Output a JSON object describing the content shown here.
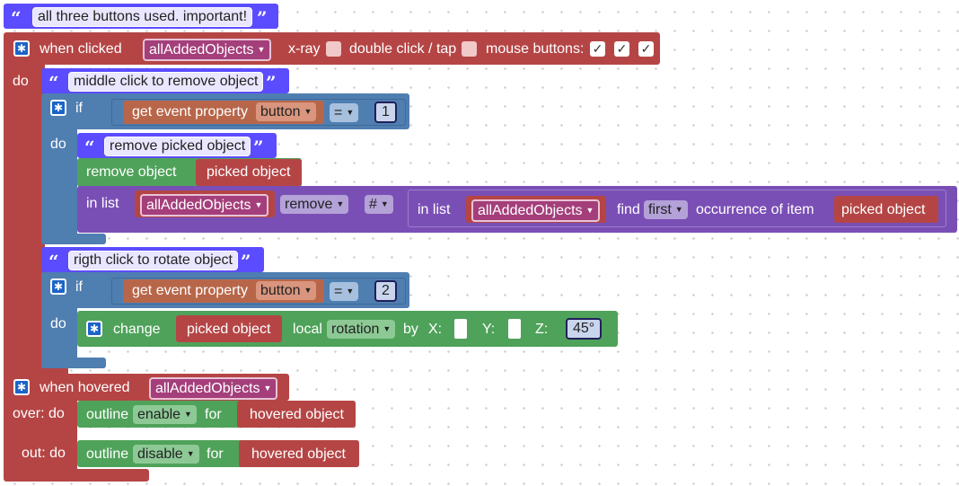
{
  "colors": {
    "text_block": "#5b4cff",
    "event_block": "#b54545",
    "control_block": "#4f7eb1",
    "object_block": "#4fa25a",
    "list_block": "#7a4fb5",
    "variable_pill": "#a43f7b",
    "property_block": "#b8664a"
  },
  "comment_top": "all three buttons used. important!",
  "when_clicked": {
    "label": "when clicked",
    "variable": "allAddedObjects",
    "xray_label": "x-ray",
    "double_click_label": "double click / tap",
    "mouse_buttons_label": "mouse buttons:",
    "check_mark": "✓"
  },
  "do_label": "do",
  "comment_middle": "middle click to remove object",
  "if_label": "if",
  "get_event_property": "get event property",
  "button_dropdown": "button",
  "eq_dropdown": "=",
  "value_1": "1",
  "value_2": "2",
  "comment_remove": "remove picked object",
  "remove_object": "remove object",
  "picked_object": "picked object",
  "in_list": "in list",
  "remove_dropdown": "remove",
  "hash_dropdown": "#",
  "find_label": "find",
  "first_dropdown": "first",
  "occurrence_label": "occurrence of item",
  "comment_right": "rigth click to rotate object",
  "change_label": "change",
  "local_label": "local",
  "rotation_dropdown": "rotation",
  "by_label": "by",
  "x_label": "X:",
  "y_label": "Y:",
  "z_label": "Z:",
  "z_value": "45°",
  "when_hovered": {
    "label": "when hovered",
    "variable": "allAddedObjects",
    "over_label": "over: do",
    "out_label": "out: do"
  },
  "outline_label": "outline",
  "enable_dropdown": "enable",
  "disable_dropdown": "disable",
  "for_label": "for",
  "hovered_object": "hovered object"
}
